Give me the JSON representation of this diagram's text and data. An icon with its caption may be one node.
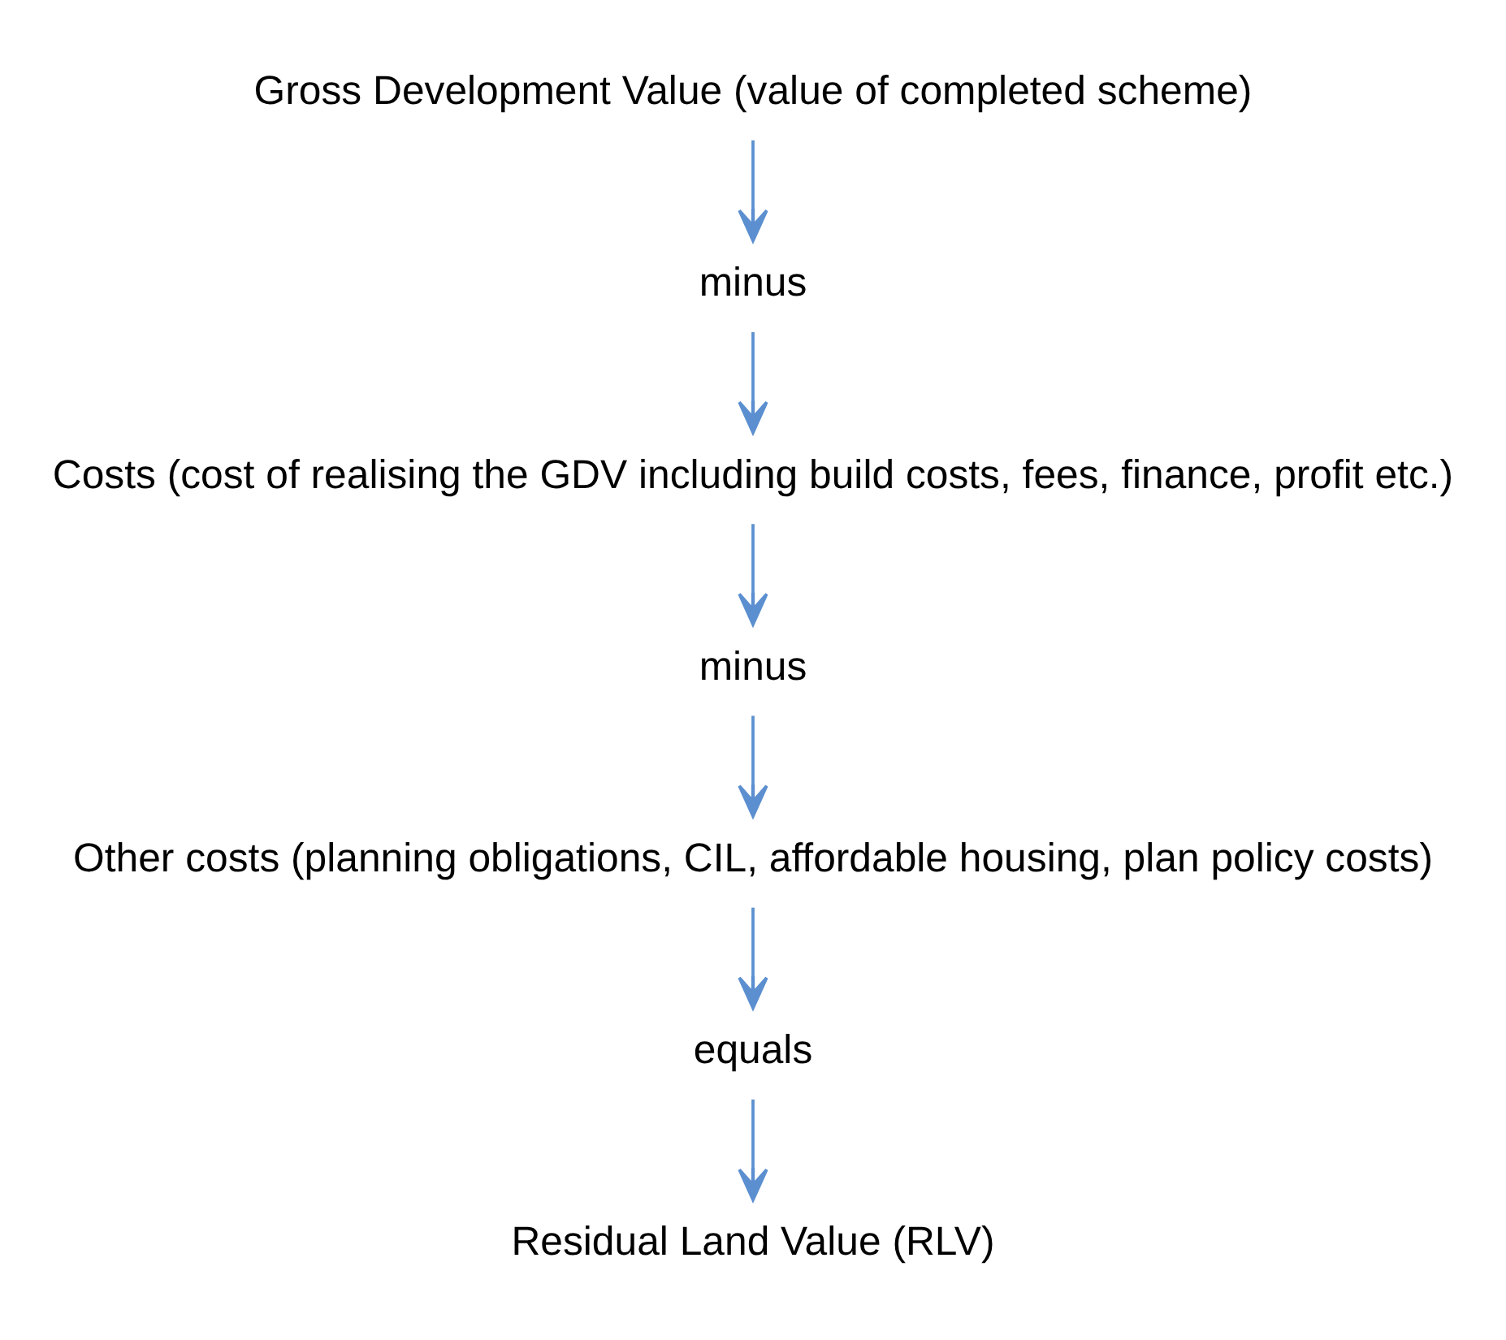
{
  "diagram": {
    "nodes": [
      {
        "text": [
          "Gross Development Value (value of completed scheme)"
        ]
      },
      {
        "text": [
          "minus"
        ]
      },
      {
        "text": [
          "Costs (cost of realising the GDV including build costs, fees, finance, profit etc.)"
        ]
      },
      {
        "text": [
          "minus"
        ]
      },
      {
        "text": [
          "Other costs (planning obligations, CIL, affordable housing, plan policy costs)"
        ]
      },
      {
        "text": [
          "equals"
        ]
      },
      {
        "text": [
          "Residual Land Value (RLV)"
        ]
      }
    ],
    "edges": [
      {
        "from": 0,
        "to": 1,
        "arrow": "to"
      },
      {
        "from": 1,
        "to": 2,
        "arrow": "to"
      },
      {
        "from": 2,
        "to": 3,
        "arrow": "to"
      },
      {
        "from": 3,
        "to": 4,
        "arrow": "to"
      },
      {
        "from": 4,
        "to": 5,
        "arrow": "to"
      },
      {
        "from": 5,
        "to": 6,
        "arrow": "to"
      }
    ]
  }
}
